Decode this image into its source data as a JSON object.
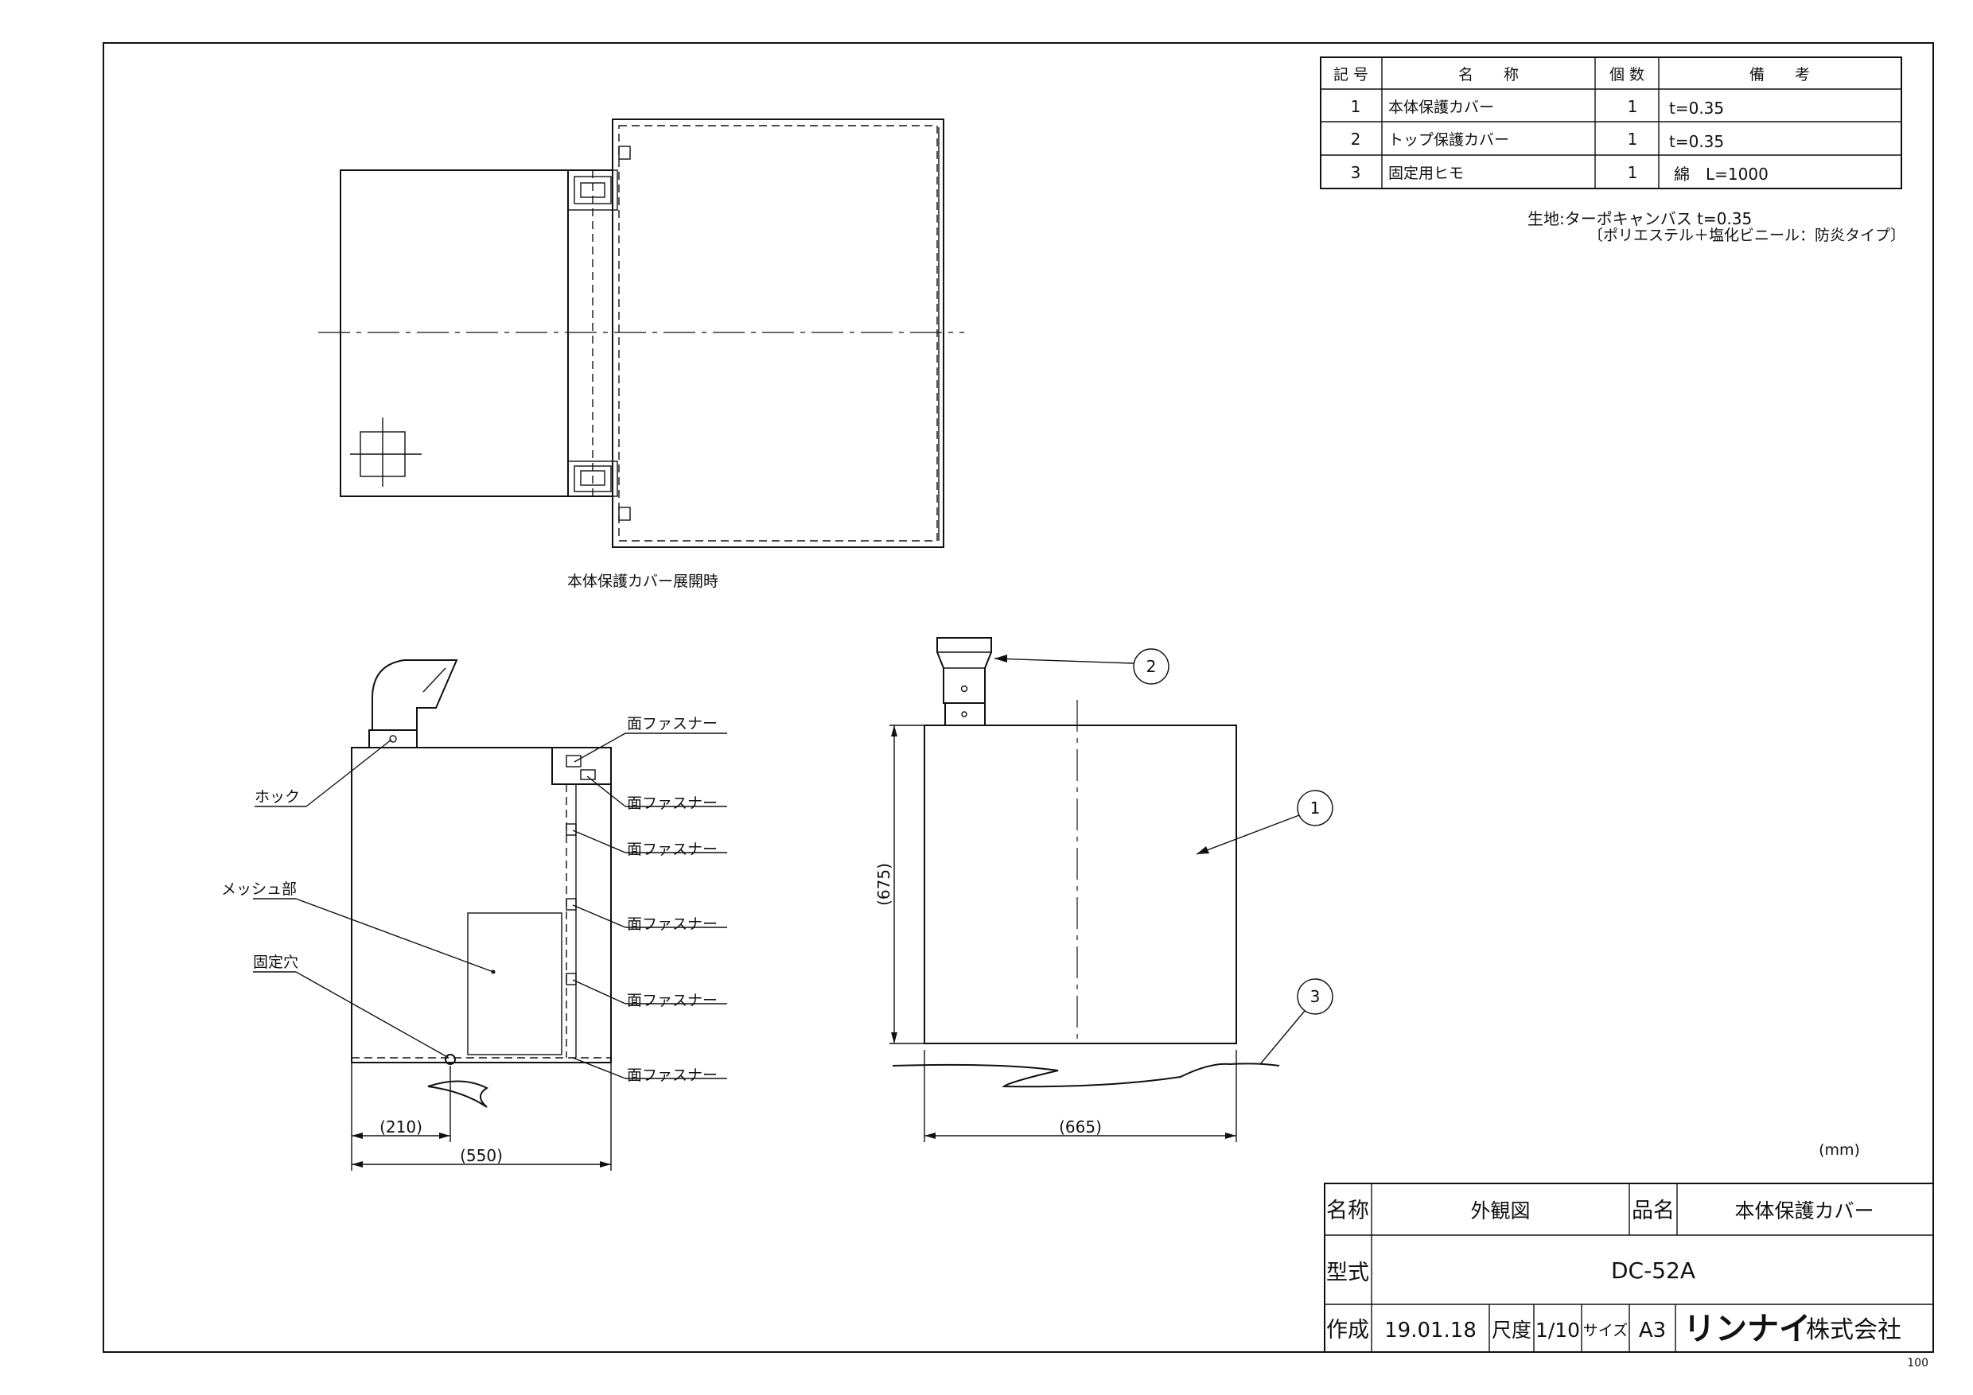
{
  "parts_table": {
    "headers": [
      "記 号",
      "名　　称",
      "個 数",
      "備　　考"
    ],
    "rows": [
      {
        "no": "1",
        "name": "本体保護カバー",
        "qty": "1",
        "note": "t=0.35"
      },
      {
        "no": "2",
        "name": "トップ保護カバー",
        "qty": "1",
        "note": "t=0.35"
      },
      {
        "no": "3",
        "name": "固定用ヒモ",
        "qty": "1",
        "note": "綿　L=1000"
      }
    ]
  },
  "material_note": {
    "line1": "生地:ターポキャンバス t=0.35",
    "line2": "〔ポリエステル＋塩化ビニール：防炎タイプ〕"
  },
  "unfolded_caption": "本体保護カバー展開時",
  "side_view_labels": {
    "hook": "ホック",
    "mesh": "メッシュ部",
    "fixing_hole": "固定穴",
    "fastener": "面ファスナー"
  },
  "dimensions": {
    "d210": "(210)",
    "d550": "(550)",
    "d665": "(665)",
    "d675": "(675)"
  },
  "balloons": [
    "1",
    "2",
    "3"
  ],
  "unit_note": "(mm)",
  "title_block": {
    "name_label": "名称",
    "name_value": "外観図",
    "item_label": "品名",
    "item_value": "本体保護カバー",
    "model_label": "型式",
    "model_value": "DC-52A",
    "created_label": "作成",
    "created_value": "19.01.18",
    "scale_label": "尺度",
    "scale_value": "1/10",
    "size_label": "サイズ",
    "size_value": "A3",
    "company_brand": "リンナイ",
    "company_suffix": "株式会社"
  },
  "sheet_number": "100"
}
